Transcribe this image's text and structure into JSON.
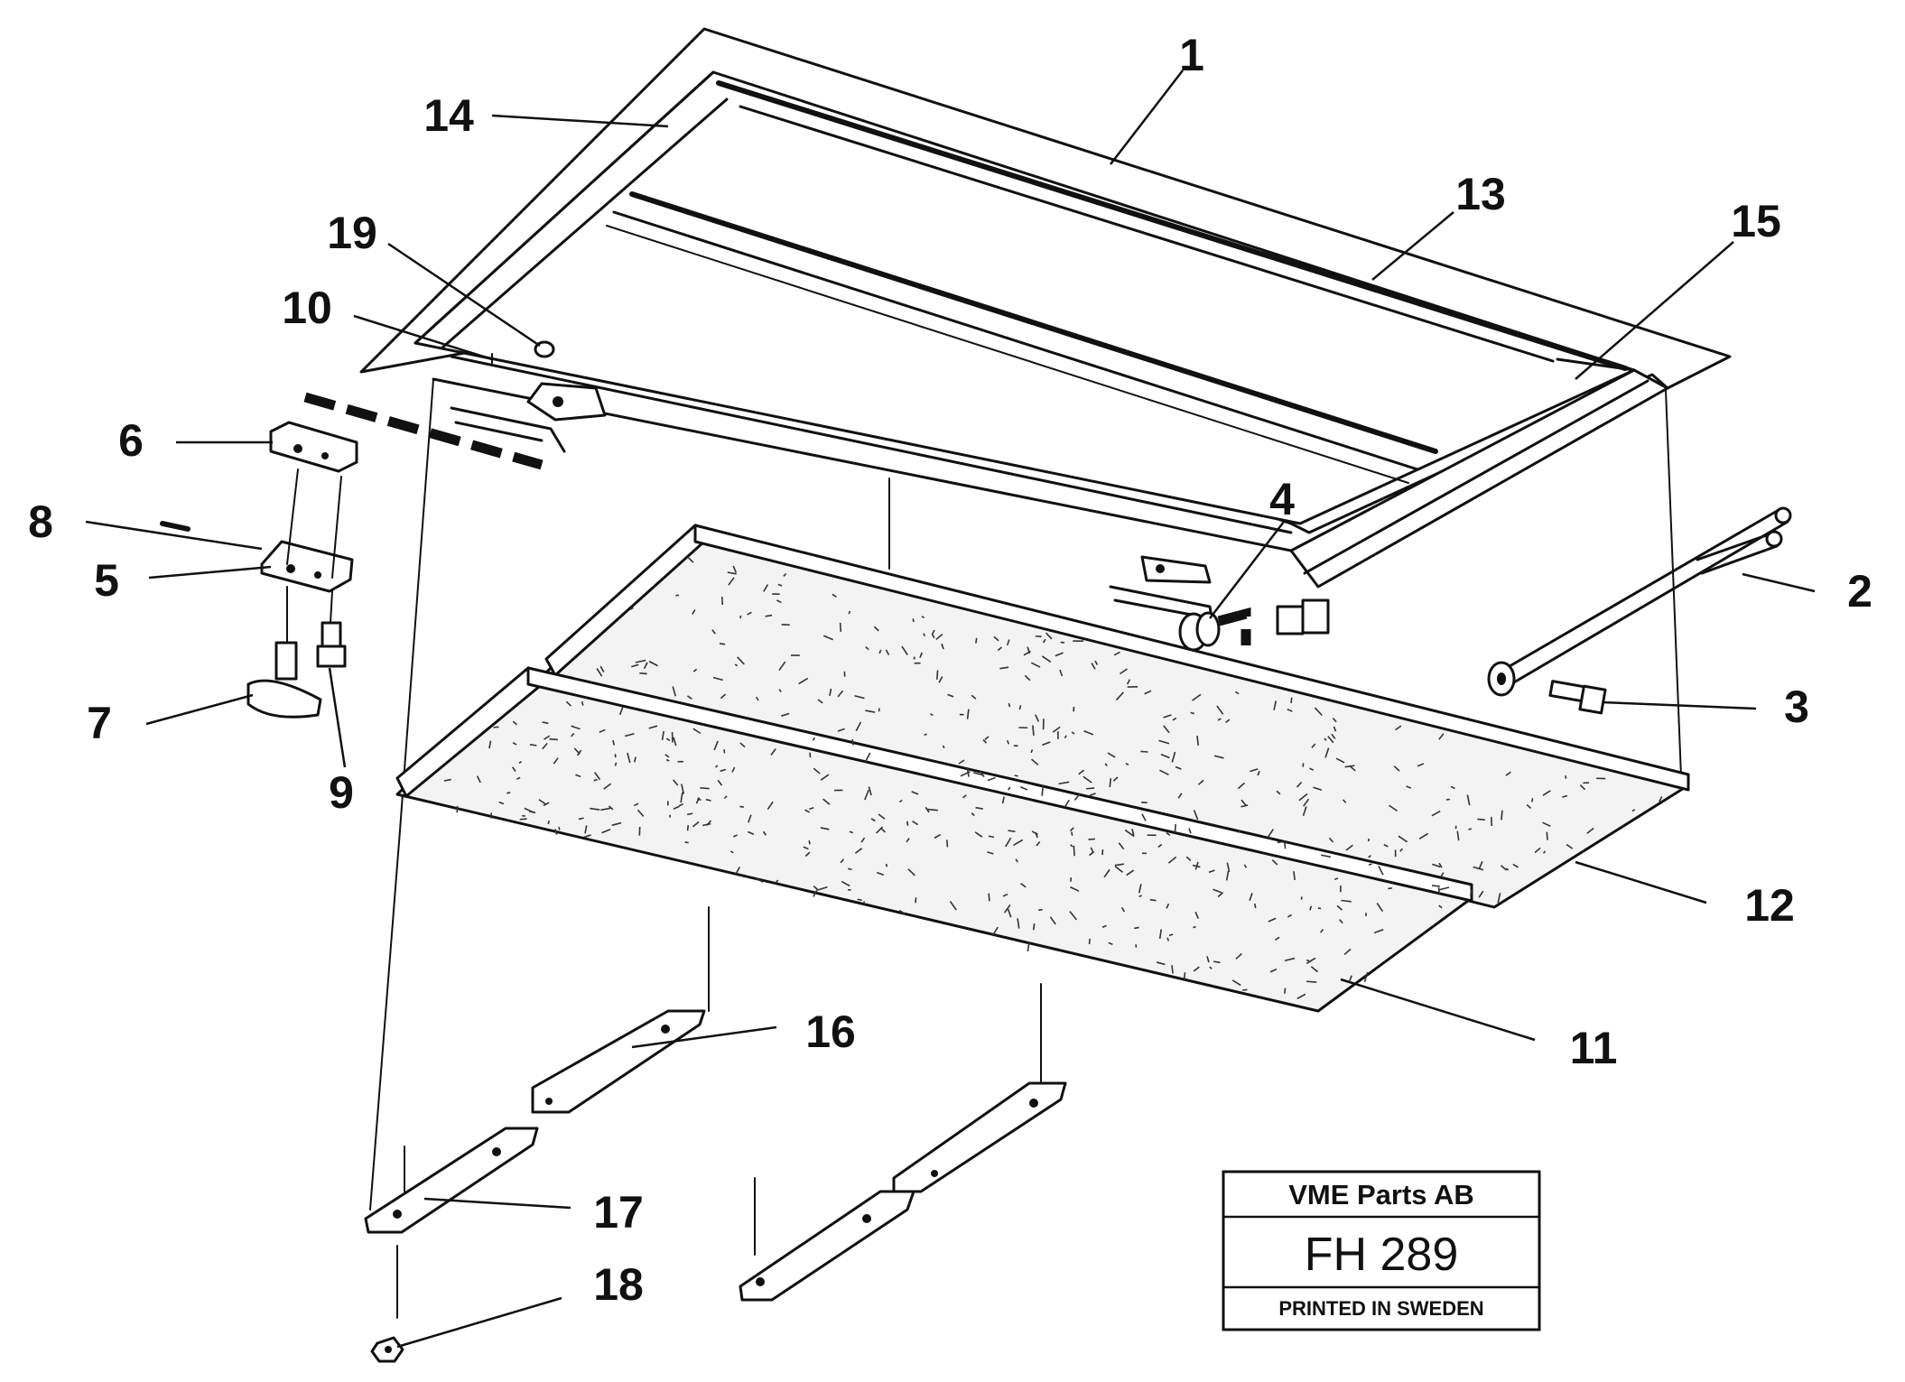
{
  "callouts": [
    {
      "id": "1",
      "label": "1"
    },
    {
      "id": "2",
      "label": "2"
    },
    {
      "id": "3",
      "label": "3"
    },
    {
      "id": "4",
      "label": "4"
    },
    {
      "id": "5",
      "label": "5"
    },
    {
      "id": "6",
      "label": "6"
    },
    {
      "id": "7",
      "label": "7"
    },
    {
      "id": "8",
      "label": "8"
    },
    {
      "id": "9",
      "label": "9"
    },
    {
      "id": "10",
      "label": "10"
    },
    {
      "id": "11",
      "label": "11"
    },
    {
      "id": "12",
      "label": "12"
    },
    {
      "id": "13",
      "label": "13"
    },
    {
      "id": "14",
      "label": "14"
    },
    {
      "id": "15",
      "label": "15"
    },
    {
      "id": "16",
      "label": "16"
    },
    {
      "id": "17",
      "label": "17"
    },
    {
      "id": "18",
      "label": "18"
    },
    {
      "id": "19",
      "label": "19"
    }
  ],
  "stamp": {
    "company": "VME Parts AB",
    "code": "FH 289",
    "printed": "PRINTED IN SWEDEN"
  }
}
